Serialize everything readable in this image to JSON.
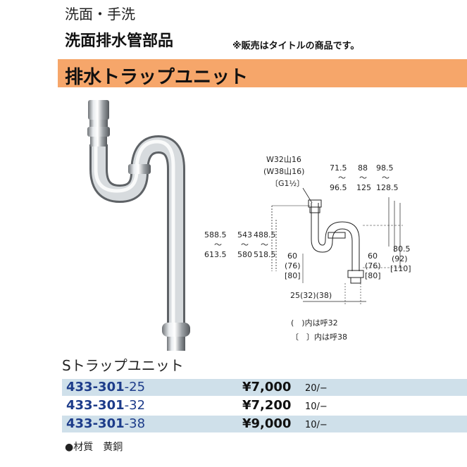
{
  "header": {
    "category": "洗面・手洗",
    "title": "洗面排水管部品",
    "note": "※販売はタイトルの商品です。"
  },
  "banner": {
    "title": "排水トラップユニット"
  },
  "diagram": {
    "thread_lines": [
      "W32山16",
      "(W38山16)",
      "〔G1½〕"
    ],
    "top_dims": [
      {
        "top": "71.5",
        "mid": "〜",
        "bottom": "96.5"
      },
      {
        "top": "88",
        "mid": "〜",
        "bottom": "125"
      },
      {
        "top": "98.5",
        "mid": "〜",
        "bottom": "128.5"
      }
    ],
    "left_dims": [
      {
        "top": "588.5",
        "mid": "〜",
        "bottom": "613.5"
      },
      {
        "top": "543",
        "mid": "〜",
        "bottom": "580"
      },
      {
        "top": "488.5",
        "mid": "〜",
        "bottom": "518.5"
      }
    ],
    "left_60": [
      "60",
      "(76)",
      "[80]"
    ],
    "right_60": [
      "60",
      "(76)",
      "[80]"
    ],
    "right_805": [
      "80.5",
      "(92)",
      "[110]"
    ],
    "bottom_dim": "25(32)(38)",
    "legend": [
      "(　)内は呼32",
      "〔　〕内は呼38"
    ]
  },
  "product": {
    "name": "Sトラップユニット",
    "rows": [
      {
        "code_main": "433-301",
        "code_suffix": "-25",
        "price": "¥7,000",
        "unit": "20/−"
      },
      {
        "code_main": "433-301",
        "code_suffix": "-32",
        "price": "¥7,200",
        "unit": "10/−"
      },
      {
        "code_main": "433-301",
        "code_suffix": "-38",
        "price": "¥9,000",
        "unit": "10/−"
      }
    ]
  },
  "material": "●材質　黄銅",
  "colors": {
    "banner": "#f6a66a",
    "row_shade": "#cfe0ea",
    "code_blue": "#1d3c8a"
  }
}
